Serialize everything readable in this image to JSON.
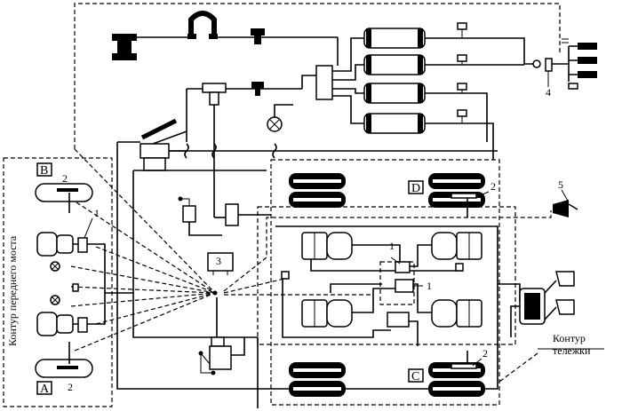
{
  "labels": {
    "box_a": "A",
    "box_b": "B",
    "box_c": "C",
    "box_d": "D",
    "n1_front": "1",
    "n2_front_top": "2",
    "n2_front_bottom": "2",
    "n3": "3",
    "n4": "4",
    "n5": "5",
    "n1_center_top": "1",
    "n1_center_bottom": "1",
    "n2_rear_top": "2",
    "n2_rear_bottom": "2",
    "front_axle_circuit": "Контур переднего моста",
    "bogie_circuit_line1": "Контур",
    "bogie_circuit_line2": "тележки"
  }
}
